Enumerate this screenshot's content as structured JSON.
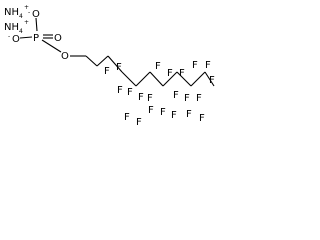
{
  "structure": {
    "counterions": {
      "ammonium_1": {
        "label": "NH",
        "sub": "4",
        "charge": "+"
      },
      "ammonium_2": {
        "label": "NH",
        "sub": "4",
        "charge": "+"
      }
    },
    "phosphate": {
      "phosphorus": "P",
      "o_top": {
        "label": "O",
        "charge": "-"
      },
      "o_left": {
        "label": "O",
        "charge": "-"
      },
      "o_double": "O",
      "o_ester": "O"
    },
    "fluorine_label": "F"
  }
}
